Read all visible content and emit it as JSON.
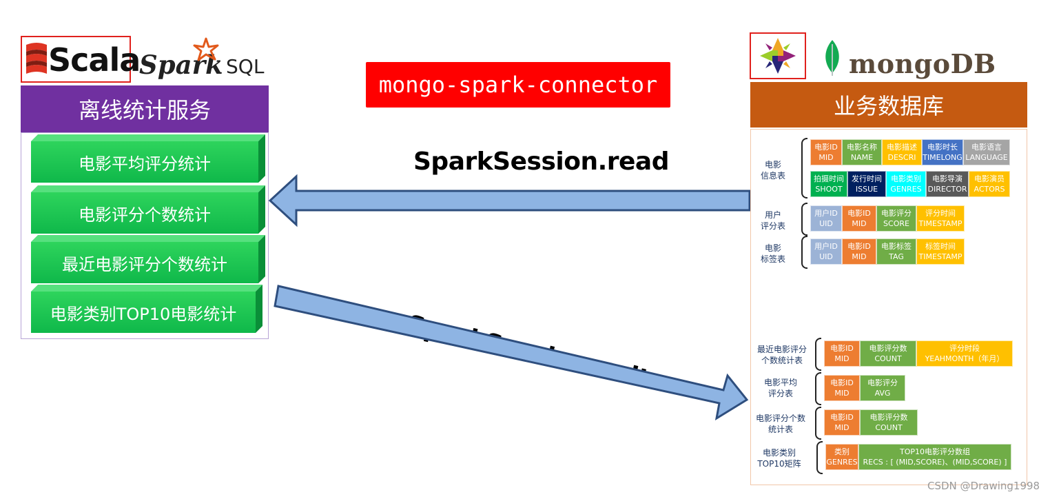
{
  "logos": {
    "scala": "Scala",
    "spark": "Spark",
    "sql": "SQL",
    "mongodb": "mongoDB"
  },
  "left_panel": {
    "title": "离线统计服务",
    "items": [
      "电影平均评分统计",
      "电影评分个数统计",
      "最近电影评分个数统计",
      "电影类别TOP10电影统计"
    ]
  },
  "connector": "mongo-spark-connector",
  "read_label": "SparkSession.read",
  "write_label": "SparkSession.write",
  "right_panel": {
    "title": "业务数据库",
    "tables": [
      {
        "label": [
          "电影",
          "信息表"
        ],
        "rows": [
          [
            {
              "cn": "电影ID",
              "en": "MID"
            },
            {
              "cn": "电影名称",
              "en": "NAME"
            },
            {
              "cn": "电影描述",
              "en": "DESCRI"
            },
            {
              "cn": "电影时长",
              "en": "TIMELONG"
            },
            {
              "cn": "电影语言",
              "en": "LANGUAGE"
            }
          ],
          [
            {
              "cn": "拍摄时间",
              "en": "SHOOT"
            },
            {
              "cn": "发行时间",
              "en": "ISSUE"
            },
            {
              "cn": "电影类别",
              "en": "GENRES"
            },
            {
              "cn": "电影导演",
              "en": "DIRECTOR"
            },
            {
              "cn": "电影演员",
              "en": "ACTORS"
            }
          ]
        ]
      },
      {
        "label": [
          "用户",
          "评分表"
        ],
        "cells": [
          {
            "cn": "用户ID",
            "en": "UID"
          },
          {
            "cn": "电影ID",
            "en": "MID"
          },
          {
            "cn": "电影评分",
            "en": "SCORE"
          },
          {
            "cn": "评分时间",
            "en": "TIMESTAMP"
          }
        ]
      },
      {
        "label": [
          "电影",
          "标签表"
        ],
        "cells": [
          {
            "cn": "用户ID",
            "en": "UID"
          },
          {
            "cn": "电影ID",
            "en": "MID"
          },
          {
            "cn": "电影标签",
            "en": "TAG"
          },
          {
            "cn": "标签时间",
            "en": "TIMESTAMP"
          }
        ]
      },
      {
        "label": [
          "最近电影评分",
          "个数统计表"
        ],
        "cells": [
          {
            "cn": "电影ID",
            "en": "MID"
          },
          {
            "cn": "电影评分数",
            "en": "COUNT"
          },
          {
            "cn": "评分时段",
            "en": "YEAHMONTH（年月）"
          }
        ]
      },
      {
        "label": [
          "电影平均",
          "评分表"
        ],
        "cells": [
          {
            "cn": "电影ID",
            "en": "MID"
          },
          {
            "cn": "电影评分",
            "en": "AVG"
          }
        ]
      },
      {
        "label": [
          "电影评分个数",
          "统计表"
        ],
        "cells": [
          {
            "cn": "电影ID",
            "en": "MID"
          },
          {
            "cn": "电影评分数",
            "en": "COUNT"
          }
        ]
      },
      {
        "label": [
          "电影类别",
          "TOP10矩阵"
        ],
        "cells": [
          {
            "cn": "类别",
            "en": "GENRES"
          },
          {
            "cn": "TOP10电影评分数组",
            "en": "RECS : [ (MID,SCORE)、(MID,SCORE) ]"
          }
        ]
      }
    ]
  },
  "watermark": "CSDN @Drawing1998"
}
